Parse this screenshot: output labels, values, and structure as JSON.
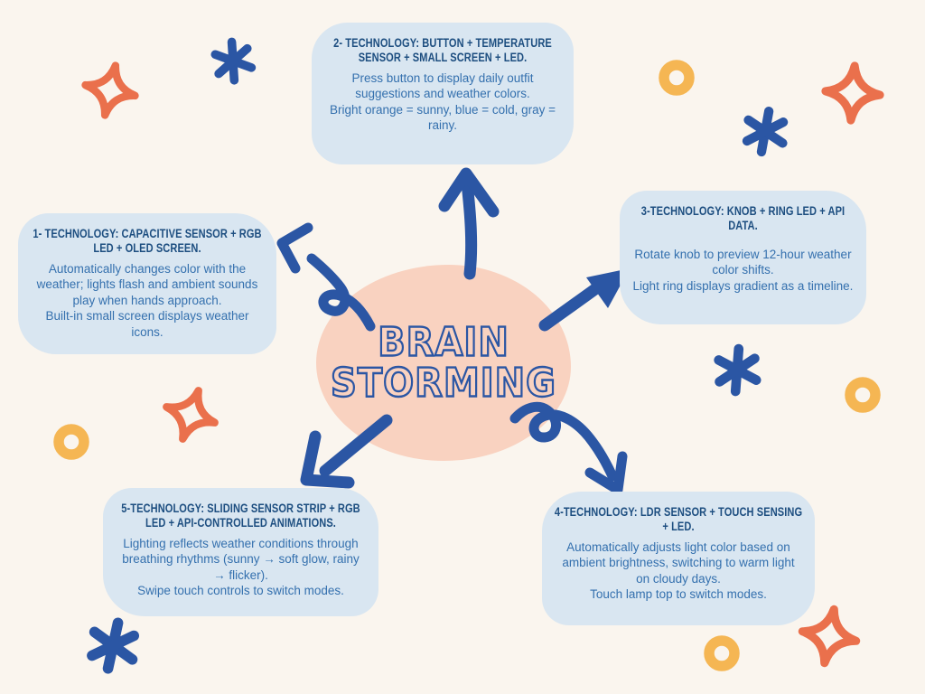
{
  "palette": {
    "bg": "#faf5ee",
    "box": "#d9e6f1",
    "navy": "#1d4e80",
    "bodyblue": "#3470ae",
    "blue": "#2b56a4",
    "pink": "#f9d2c0",
    "orange": "#ea704c",
    "yellow": "#f5b653"
  },
  "center": {
    "title": "BRAIN\nSTORMING"
  },
  "nodes": [
    {
      "title": "1- TECHNOLOGY: CAPACITIVE SENSOR + RGB LED + OLED SCREEN.",
      "body": "Automatically changes color with the weather; lights flash and ambient sounds play when hands approach.\nBuilt-in small screen displays weather icons."
    },
    {
      "title": "2- TECHNOLOGY: BUTTON + TEMPERATURE SENSOR + SMALL SCREEN + LED.",
      "body": "Press button to display daily outfit suggestions and weather colors.\nBright orange = sunny, blue = cold, gray = rainy."
    },
    {
      "title": "3-TECHNOLOGY: KNOB + RING LED + API DATA.",
      "body": "Rotate knob to preview 12-hour weather color shifts.\nLight ring displays gradient as a timeline."
    },
    {
      "title": "4-TECHNOLOGY: LDR SENSOR + TOUCH SENSING + LED.",
      "body": "Automatically adjusts light color based on ambient brightness, switching to warm light on cloudy days.\nTouch lamp top to switch modes."
    },
    {
      "title": "5-TECHNOLOGY: SLIDING SENSOR STRIP + RGB LED + API-CONTROLLED ANIMATIONS.",
      "body": "Lighting reflects weather conditions through breathing rhythms (sunny → soft glow, rainy → flicker).\nSwipe touch controls to switch modes."
    }
  ]
}
